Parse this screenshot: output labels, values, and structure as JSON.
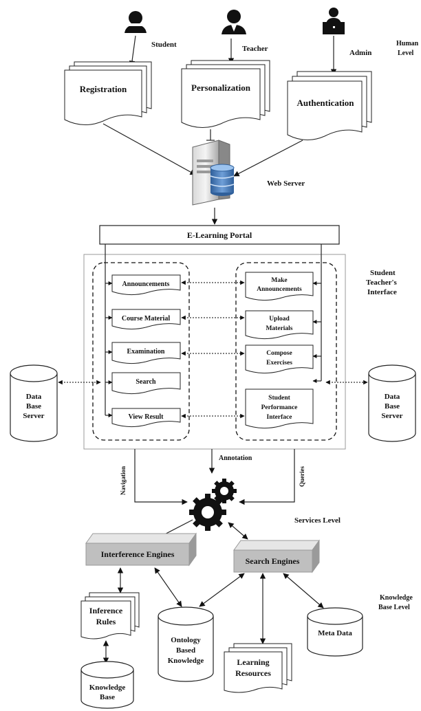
{
  "actors": {
    "student": "Student",
    "teacher": "Teacher",
    "admin": "Admin"
  },
  "level_labels": {
    "human": [
      "Human",
      "Level"
    ],
    "services": "Services Level",
    "knowledge": [
      "Knowledge",
      "Base Level"
    ]
  },
  "documents": {
    "registration": "Registration",
    "personalization": "Personalization",
    "authentication": "Authentication"
  },
  "web_server": "Web Server",
  "portal": "E-Learning Portal",
  "interface_label": [
    "Student",
    "Teacher's",
    "Interface"
  ],
  "student_items": [
    "Announcements",
    "Course Material",
    "Examination",
    "Search",
    "View Result"
  ],
  "teacher_items": [
    [
      "Make",
      "Announcements"
    ],
    [
      "Upload",
      "Materials"
    ],
    [
      "Compose",
      "Exercises"
    ],
    [
      "Student",
      "Performance",
      "Interface"
    ]
  ],
  "db_server": [
    "Data",
    "Base",
    "Server"
  ],
  "flows": {
    "navigation": "Navigation",
    "annotation": "Annotation",
    "queries": "Queries"
  },
  "engines": {
    "interference": "Interference Engines",
    "search": "Search Engines"
  },
  "knowledge_items": {
    "inference_rules": [
      "Inference",
      "Rules"
    ],
    "ontology": [
      "Ontology",
      "Based",
      "Knowledge"
    ],
    "meta_data": "Meta Data",
    "learning_resources": [
      "Learning",
      "Resources"
    ],
    "knowledge_base": [
      "Knowledge",
      "Base"
    ]
  }
}
